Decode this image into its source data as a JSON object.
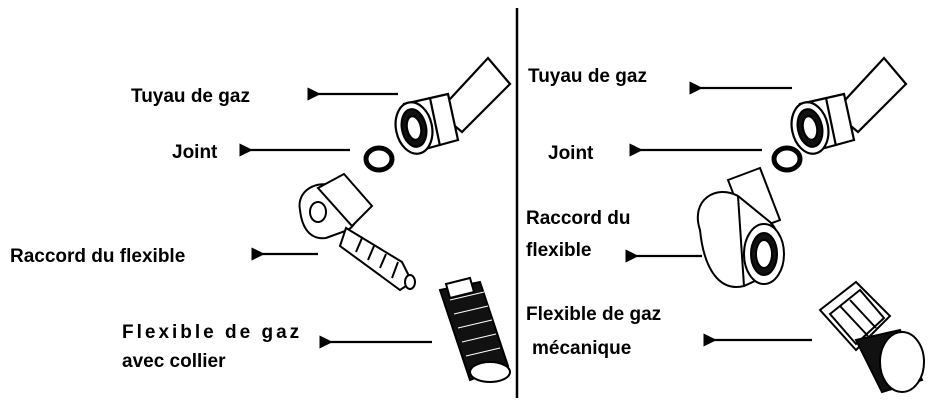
{
  "left": {
    "tuyau": "Tuyau de gaz",
    "joint": "Joint",
    "raccord": "Raccord du flexible",
    "flexible_line1": "Flexible de gaz",
    "flexible_line2": "avec collier"
  },
  "right": {
    "tuyau": "Tuyau de gaz",
    "joint": "Joint",
    "raccord_line1": "Raccord du",
    "raccord_line2": "flexible",
    "flexible_line1": "Flexible de gaz",
    "flexible_line2": "mécanique"
  },
  "colors": {
    "ink": "#000000",
    "paper": "#ffffff"
  }
}
